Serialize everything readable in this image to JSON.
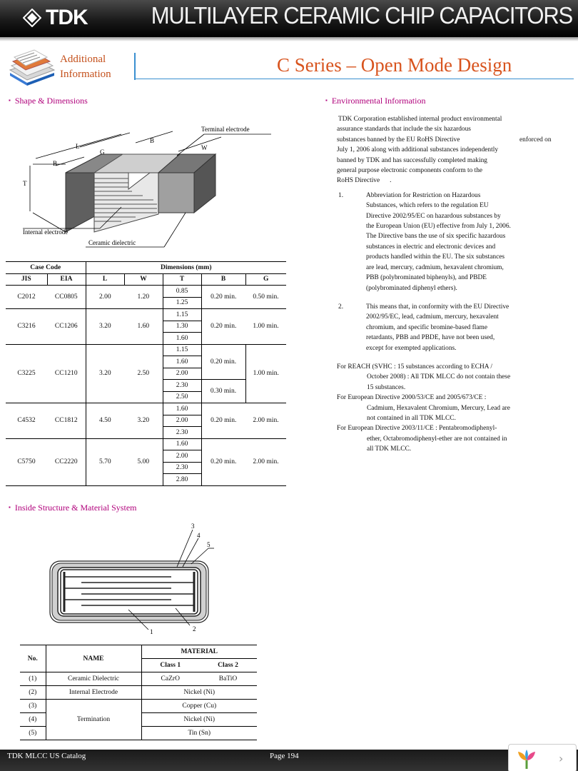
{
  "header": {
    "logo_text": "TDK",
    "title": "MULTILAYER CERAMIC CHIP CAPACITORS"
  },
  "band": {
    "additional": "Additional",
    "information": "Information",
    "series_title": "C Series – Open Mode Design"
  },
  "sections": {
    "shape": "Shape & Dimensions",
    "env": "Environmental Information",
    "inside": "Inside Structure & Material System"
  },
  "diagram_labels": {
    "terminal": "Terminal electrode",
    "internal": "Internal electrode",
    "ceramic": "Ceramic dielectric",
    "L": "L",
    "G": "G",
    "B1": "B",
    "B2": "B",
    "W": "W",
    "T": "T"
  },
  "dim_table": {
    "h_case": "Case Code",
    "h_dims": "Dimensions (mm)",
    "h_jis": "JIS",
    "h_eia": "EIA",
    "h_l": "L",
    "h_w": "W",
    "h_t": "T",
    "h_b": "B",
    "h_g": "G",
    "rows": [
      {
        "jis": "C2012",
        "eia": "CC0805",
        "l": "2.00",
        "w": "1.20",
        "t": [
          "0.85",
          "1.25"
        ],
        "b": "0.20 min.",
        "g": "0.50 min."
      },
      {
        "jis": "C3216",
        "eia": "CC1206",
        "l": "3.20",
        "w": "1.60",
        "t": [
          "1.15",
          "1.30",
          "1.60"
        ],
        "b": "0.20 min.",
        "g": "1.00 min."
      },
      {
        "jis": "C3225",
        "eia": "CC1210",
        "l": "3.20",
        "w": "2.50",
        "t": [
          "1.15",
          "1.60",
          "2.00",
          "2.30",
          "2.50"
        ],
        "b1": "0.20 min.",
        "b2": "0.30 min.",
        "g": "1.00 min."
      },
      {
        "jis": "C4532",
        "eia": "CC1812",
        "l": "4.50",
        "w": "3.20",
        "t": [
          "1.60",
          "2.00",
          "2.30"
        ],
        "b": "0.20 min.",
        "g": "2.00 min."
      },
      {
        "jis": "C5750",
        "eia": "CC2220",
        "l": "5.70",
        "w": "5.00",
        "t": [
          "1.60",
          "2.00",
          "2.30",
          "2.80"
        ],
        "b": "0.20 min.",
        "g": "2.00 min."
      }
    ]
  },
  "structure_labels": {
    "n1": "1",
    "n2": "2",
    "n3": "3",
    "n4": "4",
    "n5": "5"
  },
  "mat_table": {
    "h_no": "No.",
    "h_name": "NAME",
    "h_material": "MATERIAL",
    "h_c1": "Class 1",
    "h_c2": "Class 2",
    "r1_no": "(1)",
    "r1_name": "Ceramic Dielectric",
    "r1_c1": "CaZrO",
    "r1_c2": "BaTiO",
    "r2_no": "(2)",
    "r2_name": "Internal Electrode",
    "r2_mat": "Nickel (Ni)",
    "r3_no": "(3)",
    "r3_mat": "Copper (Cu)",
    "r4_no": "(4)",
    "r4_name": "Termination",
    "r4_mat": "Nickel (Ni)",
    "r5_no": "(5)",
    "r5_mat": "Tin (Sn)"
  },
  "env": {
    "intro_1": "TDK Corporation established internal product environmental",
    "intro_2": "assurance standards that include the six hazardous",
    "intro_3": "substances banned by the EU RoHS Directive",
    "intro_3b": "enforced on",
    "intro_4": "July 1, 2006 along with additional substances independently",
    "intro_5": "banned by TDK and has successfully completed making",
    "intro_6": "general purpose electronic components conform to the",
    "intro_7": "RoHS Directive",
    "intro_7b": ".",
    "n1_num": "1.",
    "n1_l1": "Abbreviation for Restriction on Hazardous",
    "n1_l2": "Substances, which refers to the regulation EU",
    "n1_l3": "Directive 2002/95/EC on hazardous substances by",
    "n1_l4": "the European Union (EU) effective from July 1, 2006.",
    "n1_l5": "The Directive bans the use of six specific hazardous",
    "n1_l6": "substances in electric and electronic devices and",
    "n1_l7": "products handled within the EU. The six substances",
    "n1_l8": "are lead, mercury, cadmium, hexavalent chromium,",
    "n1_l9": "PBB (polybrominated biphenyls), and PBDE",
    "n1_l10": "(polybrominated diphenyl ethers).",
    "n2_num": "2.",
    "n2_l1": "This means that, in conformity with the EU Directive",
    "n2_l2": "2002/95/EC, lead, cadmium, mercury, hexavalent",
    "n2_l3": "chromium, and specific bromine-based flame",
    "n2_l4": "retardants, PBB and PBDE, have not been used,",
    "n2_l5": "except for exempted applications.",
    "reach_l1": "For REACH (SVHC : 15 substances according to ECHA /",
    "reach_l2": "October 2008) : All TDK MLCC do not contain these",
    "reach_l3": "15 substances.",
    "eu1_l1": "For European Directive 2000/53/CE and 2005/673/CE :",
    "eu1_l2": "Cadmium, Hexavalent Chromium, Mercury, Lead are",
    "eu1_l3": "not contained in all TDK MLCC.",
    "eu2_l1": "For European Directive 2003/11/CE : Pentabromodiphenyl-",
    "eu2_l2": "ether, Octabromodiphenyl-ether are not contained in",
    "eu2_l3": "all TDK MLCC."
  },
  "footer": {
    "catalog": "TDK MLCC US Catalog",
    "page": "Page 194"
  }
}
